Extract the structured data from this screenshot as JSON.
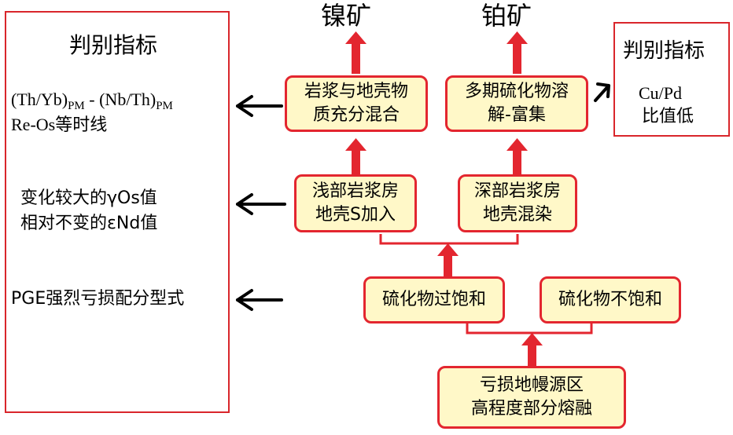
{
  "left_panel": {
    "title": "判别指标",
    "lines": [
      {
        "parts": [
          [
            "(Th/Yb)",
            ""
          ],
          [
            "PM",
            "sub"
          ],
          [
            " - (Nb/Th)",
            ""
          ],
          [
            "PM",
            "sub"
          ]
        ]
      },
      {
        "parts": [
          [
            "Re-Os等时线",
            ""
          ]
        ]
      },
      {
        "parts": [
          [
            "变化较大的γOs值",
            ""
          ]
        ]
      },
      {
        "parts": [
          [
            "相对不变的εNd值",
            ""
          ]
        ]
      },
      {
        "parts": [
          [
            "PGE强烈亏损配分型式",
            ""
          ]
        ]
      }
    ]
  },
  "right_panel": {
    "title": "判别指标",
    "line1": "Cu/Pd",
    "line2": "比值低"
  },
  "ores": {
    "nickel": "镍矿",
    "platinum": "铂矿"
  },
  "nodes": {
    "magma_crust_mixing": [
      "岩浆与地壳物",
      "质充分混合"
    ],
    "multi_sulfide_dissolution": [
      "多期硫化物溶",
      "解-富集"
    ],
    "shallow_chamber": [
      "浅部岩浆房",
      "地壳S加入"
    ],
    "deep_chamber": [
      "深部岩浆房",
      "地壳混染"
    ],
    "sulfide_saturated": [
      "硫化物过饱和"
    ],
    "sulfide_undersaturated": [
      "硫化物不饱和"
    ],
    "source": [
      "亏损地幔源区",
      "高程度部分熔融"
    ]
  },
  "colors": {
    "border_red": "#d9262b",
    "node_fill": "#fff8c8",
    "arrow_red": "#e3262f",
    "arrow_black": "#000000"
  }
}
